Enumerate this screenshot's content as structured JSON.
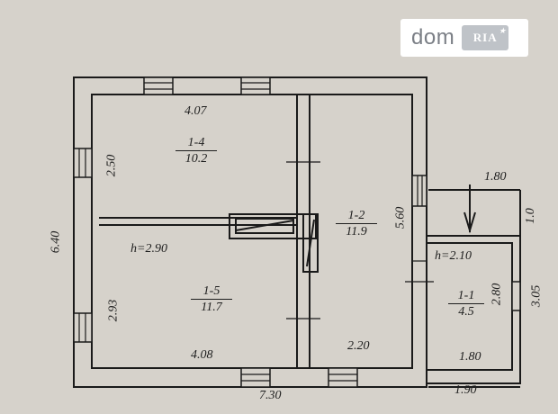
{
  "watermark": {
    "brand": "dom",
    "badge": "RIA",
    "badge_icon": "star-icon"
  },
  "dimensions": {
    "top_left_room_width": "4.07",
    "top_left_room_height": "2.50",
    "total_height": "6.40",
    "lower_left_height": "2.93",
    "lower_left_width": "4.08",
    "center_height": "5.60",
    "lower_center_width": "2.20",
    "total_width": "7.30",
    "porch_top": "1.80",
    "porch_right_top": "1.0",
    "porch_inner_height": "2.80",
    "porch_outer_height": "3.05",
    "porch_inner_width": "1.80",
    "porch_outer_width": "1.90"
  },
  "heights": {
    "main": "h=2.90",
    "porch": "h=2.10"
  },
  "rooms": [
    {
      "number": "1-4",
      "area": "10.2"
    },
    {
      "number": "1-2",
      "area": "11.9"
    },
    {
      "number": "1-5",
      "area": "11.7"
    },
    {
      "number": "1-1",
      "area": "4.5"
    }
  ]
}
